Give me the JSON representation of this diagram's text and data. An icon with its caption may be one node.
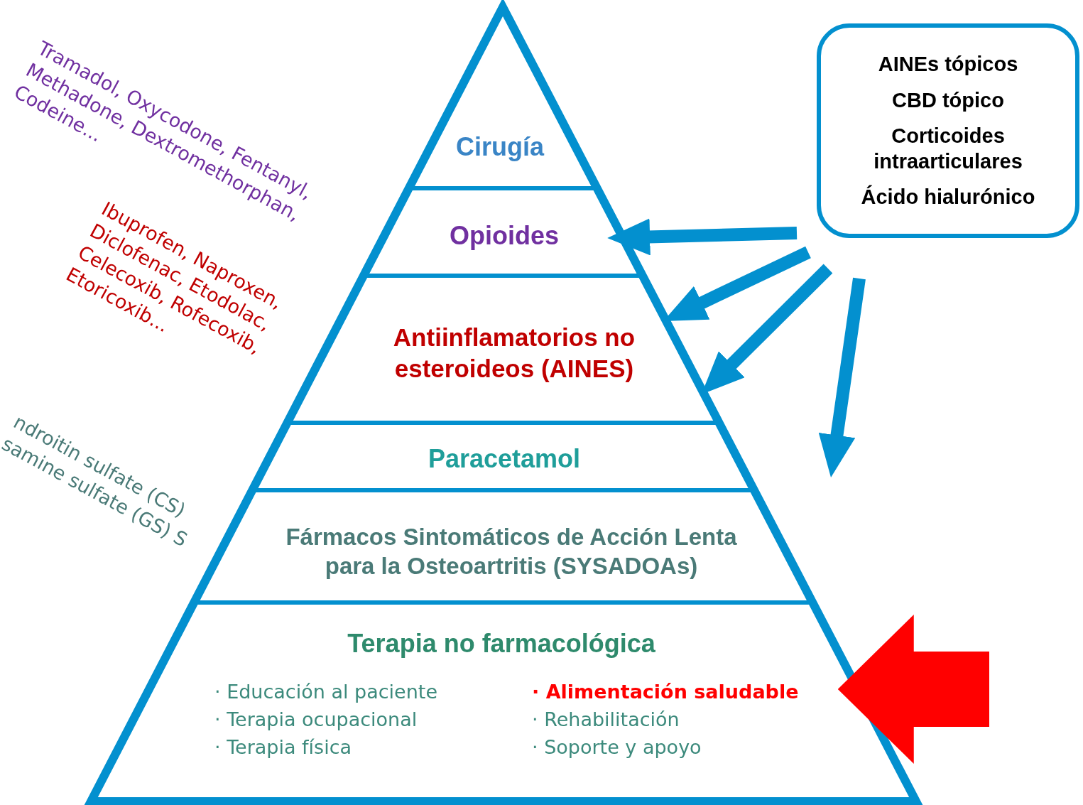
{
  "diagram": {
    "nodes": [
      {
        "text": [
          "Cirugía"
        ]
      },
      {
        "text": [
          "Opioides"
        ]
      },
      {
        "text": [
          "Antiinflamatorios no esteroideos (AINES)"
        ]
      },
      {
        "text": [
          "Paracetamol"
        ]
      },
      {
        "text": [
          "Fármacos Sintomáticos de Acción Lenta para la Osteoartritis (SYSADOAs)"
        ]
      },
      {
        "text": [
          "Terapia no farmacológica",
          "· Educación al paciente",
          "· Terapia ocupacional",
          "· Terapia física",
          "· Alimentación saludable",
          "· Rehabilitación",
          "· Soporte y apoyo"
        ]
      },
      {
        "text": [
          "AINEs tópicos",
          "CBD tópico",
          "Corticoides intraarticulares",
          "Ácido hialurónico"
        ]
      }
    ],
    "edges": [
      {
        "from": 6,
        "to": 1,
        "arrow": "to"
      },
      {
        "from": 6,
        "to": 2,
        "arrow": "to"
      },
      {
        "from": 6,
        "to": 2,
        "arrow": "to"
      },
      {
        "from": 6,
        "to": null,
        "arrow": "to"
      },
      {
        "from": null,
        "to": 5,
        "arrow": "to",
        "style": "thick",
        "color": "#ff0000"
      }
    ],
    "labels": [
      "Tramadol, Oxycodone, Fentanyl, Methadone, Dextromethorphan, Codeine...",
      "Ibuprofen, Naproxen, Diclofenac, Etodolac, Celecoxib, Rofecoxib, Etoricoxib...",
      "ndroitin sulfate (CS) samine sulfate (GS) S"
    ]
  }
}
